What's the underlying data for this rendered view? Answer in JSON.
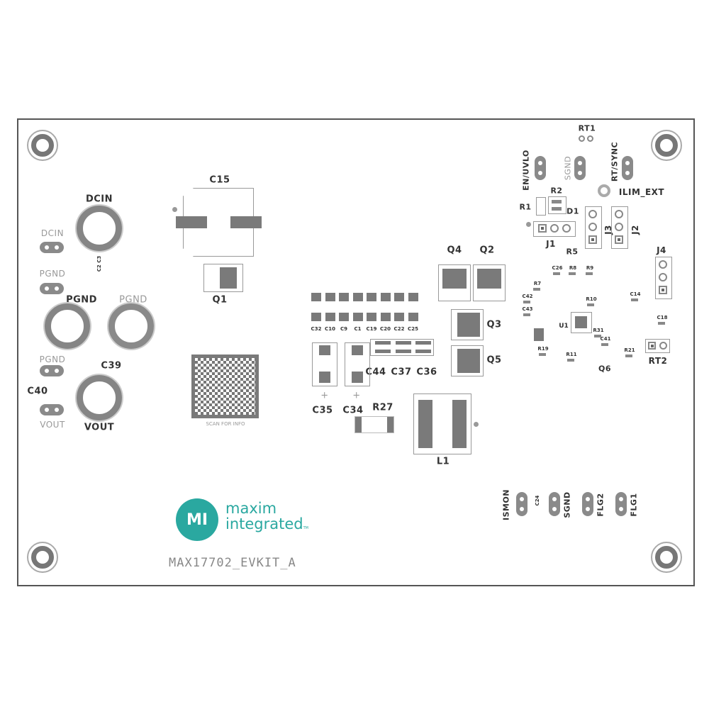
{
  "board": {
    "name": "MAX17702_EVKIT_A"
  },
  "logo": {
    "line1": "maxim",
    "line2": "integrated",
    "tm": "TM",
    "mark": "MI"
  },
  "left": {
    "dcin_big": "DCIN",
    "dcin_small": "DCIN",
    "c2c3": "C2 C3",
    "pgnd_small_1": "PGND",
    "pgnd_big_1": "PGND",
    "pgnd_big_2": "PGND",
    "pgnd_small_2": "PGND",
    "c39": "C39",
    "c40": "C40",
    "vout_small": "VOUT",
    "vout_big": "VOUT"
  },
  "center": {
    "c15": "C15",
    "q1": "Q1",
    "qr_caption": "SCAN FOR INFO",
    "cap_row": [
      "C32",
      "C10",
      "C9",
      "C1",
      "C19",
      "C20",
      "C22",
      "C25"
    ],
    "c44": "C44",
    "c37": "C37",
    "c36": "C36",
    "c35": "C35",
    "c34": "C34",
    "r27": "R27",
    "l1": "L1",
    "q4": "Q4",
    "q2": "Q2",
    "q3": "Q3",
    "q5": "Q5",
    "polarity": "+"
  },
  "right": {
    "rt1": "RT1",
    "en_uvlo": "EN/UVLO",
    "sgnd_top": "SGND",
    "rt_sync": "RT/SYNC",
    "ilim_ext": "ILIM_EXT",
    "r1": "R1",
    "r2": "R2",
    "d1": "D1",
    "j1": "J1",
    "r5": "R5",
    "j2": "J2",
    "j3": "J3",
    "j4": "J4",
    "rt2": "RT2",
    "q6": "Q6",
    "u1": "U1",
    "small_parts": [
      "R8",
      "R9",
      "R10",
      "C14",
      "C18",
      "C41",
      "C42",
      "C43",
      "R21",
      "R31",
      "C26",
      "R7",
      "R11",
      "R19"
    ]
  },
  "bottom_pads": {
    "ismon": "ISMON",
    "c24": "C24",
    "sgnd": "SGND",
    "flg2": "FLG2",
    "flg1": "FLG1"
  },
  "colors": {
    "teal": "#2aa8a0",
    "silk": "#333333",
    "pad": "#7a7a7a"
  }
}
